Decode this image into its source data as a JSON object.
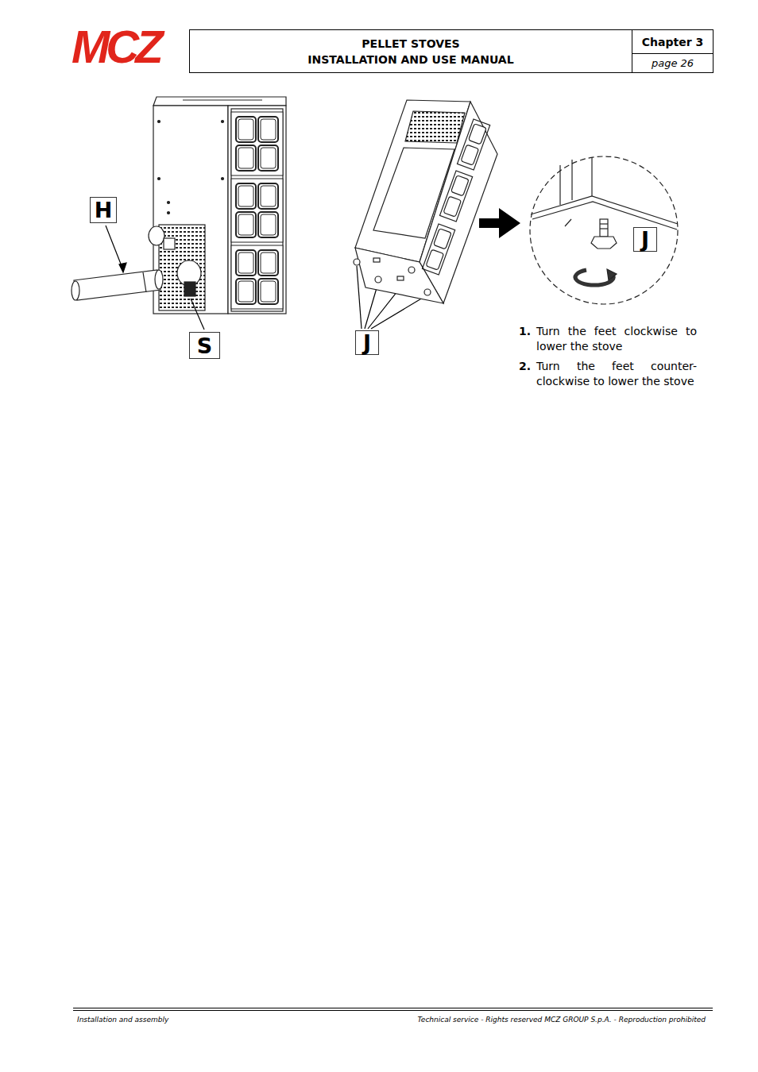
{
  "diagram": {
    "nodes": [
      {
        "text": [
          "PELLET STOVES",
          "INSTALLATION AND USE MANUAL"
        ]
      },
      {
        "text": [
          "Chapter 3"
        ]
      },
      {
        "text": [
          "page 26"
        ]
      },
      {
        "text": [
          "H"
        ]
      },
      {
        "text": [
          "J"
        ]
      },
      {
        "text": [
          "J"
        ]
      },
      {
        "text": [
          "S"
        ]
      }
    ],
    "labels": [
      "MCZ",
      "1.",
      "Turn the feet clockwise to lower the stove",
      "2.",
      "Turn the feet counter-clockwise to lower the stove",
      "Installation and assembly",
      "Technical service - Rights reserved MCZ GROUP S.p.A. - Reproduction prohibited"
    ]
  }
}
